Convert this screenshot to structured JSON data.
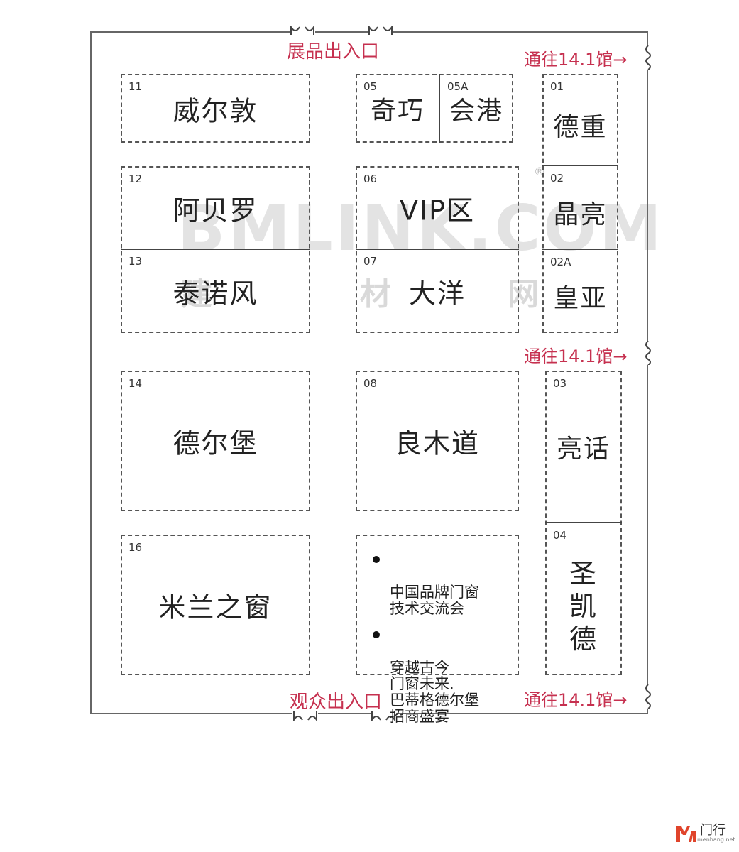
{
  "labels": {
    "exhibit_entrance": "展品出入口",
    "visitor_entrance": "观众出入口",
    "to_hall_top": "通往14.1馆→",
    "to_hall_mid": "通往14.1馆→",
    "to_hall_bottom": "通往14.1馆→"
  },
  "watermark": {
    "latin": "BMLINK.COM",
    "char1": "建",
    "char2": "材",
    "char3": "网",
    "reg": "®"
  },
  "booths": {
    "b11": {
      "num": "11",
      "name": "威尔敦"
    },
    "b05": {
      "num": "05",
      "name": "奇巧"
    },
    "b05a": {
      "num": "05A",
      "name": "会港"
    },
    "b01": {
      "num": "01",
      "name": "德重"
    },
    "b12": {
      "num": "12",
      "name": "阿贝罗"
    },
    "b06": {
      "num": "06",
      "name": "VIP区"
    },
    "b02": {
      "num": "02",
      "name": "晶亮"
    },
    "b13": {
      "num": "13",
      "name": "泰诺风"
    },
    "b07": {
      "num": "07",
      "name": "大洋"
    },
    "b02a": {
      "num": "02A",
      "name": "皇亚"
    },
    "b14": {
      "num": "14",
      "name": "德尔堡"
    },
    "b08": {
      "num": "08",
      "name": "良木道"
    },
    "b03": {
      "num": "03",
      "name": "亮话"
    },
    "b16": {
      "num": "16",
      "name": "米兰之窗"
    },
    "b04": {
      "num": "04",
      "name": "圣\n凯\n德"
    }
  },
  "events": [
    "中国品牌门窗\n技术交流会",
    "穿越古今\n门窗未来.\n巴蒂格德尔堡\n招商盛宴"
  ],
  "logo": {
    "name": "门行",
    "site": "menhang.net",
    "brand_color": "#e0442b"
  },
  "colors": {
    "accent_red": "#c6304f",
    "line": "#555555"
  }
}
